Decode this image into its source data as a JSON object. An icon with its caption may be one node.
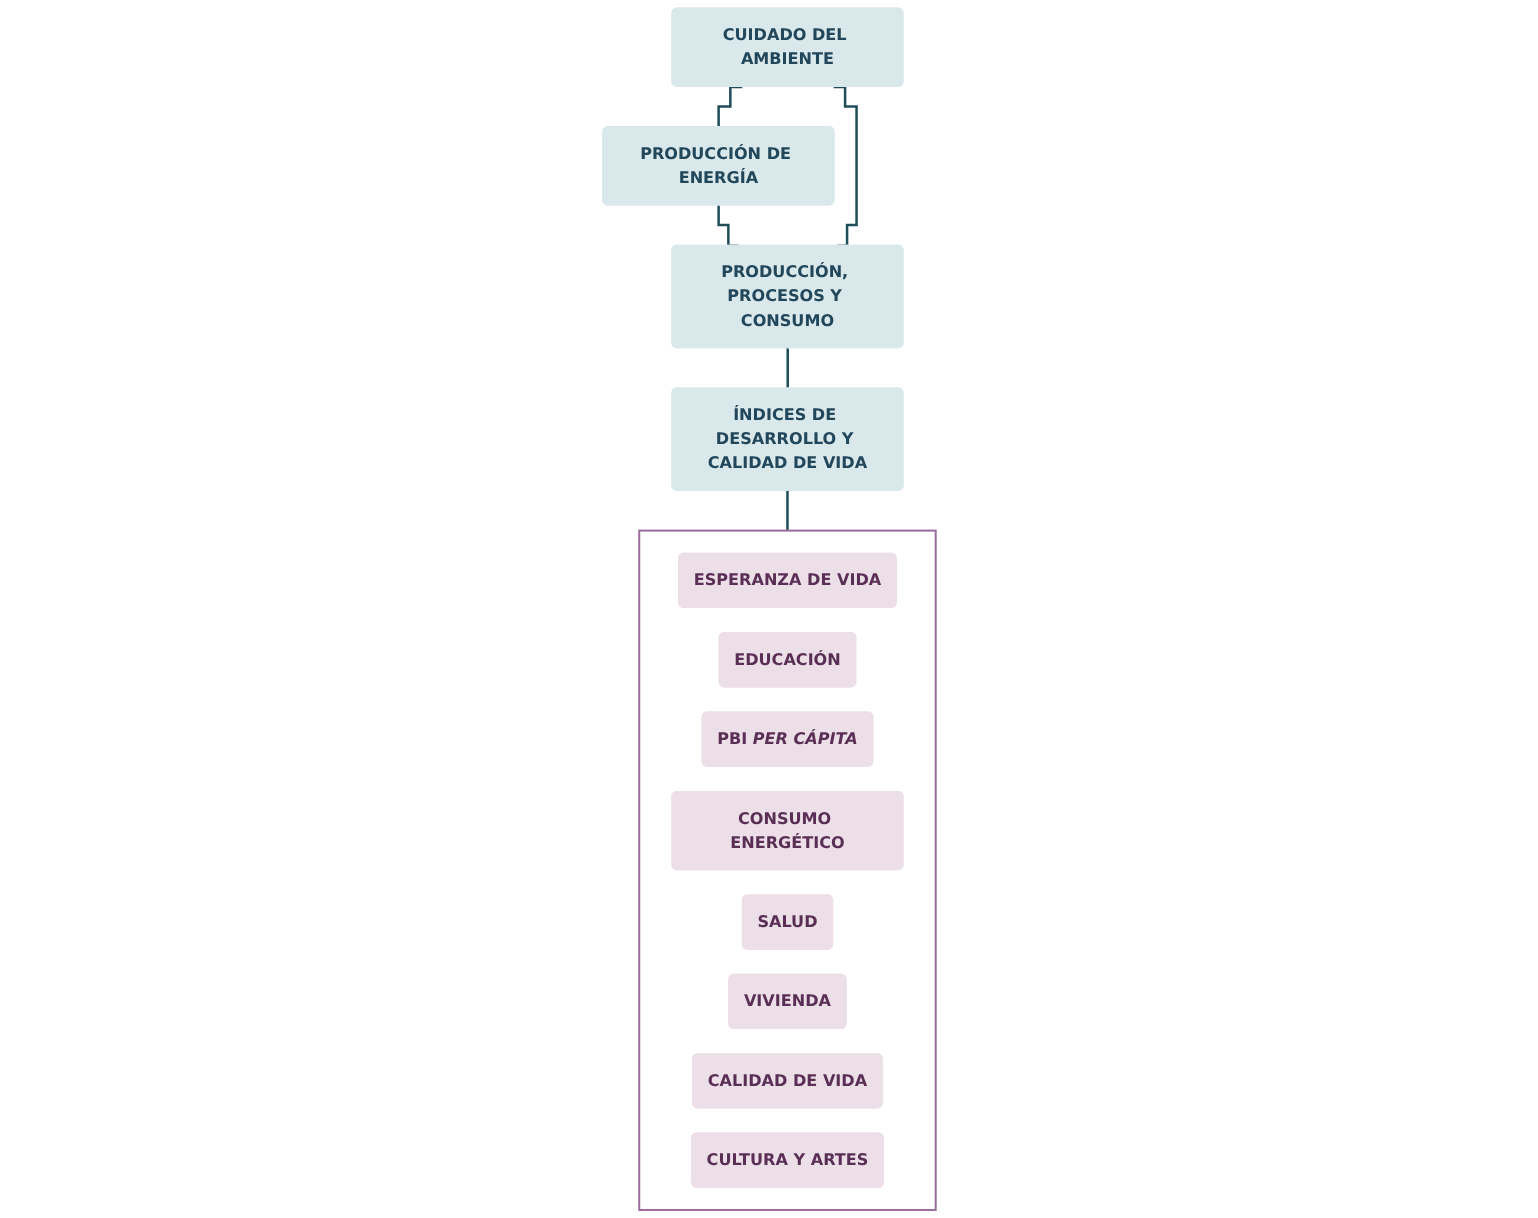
{
  "diagram": {
    "nodes": [
      {
        "text": [
          "CUIDADO DEL AMBIENTE"
        ]
      },
      {
        "text": [
          "PRODUCCIÓN DE ENERGÍA"
        ]
      },
      {
        "text": [
          "PRODUCCIÓN, PROCESOS Y CONSUMO"
        ]
      },
      {
        "text": [
          "ÍNDICES DE DESARROLLO Y CALIDAD DE VIDA"
        ]
      },
      {
        "text": [],
        "shape": "box"
      },
      {
        "text": [
          "ESPERANZA DE VIDA"
        ],
        "in": 4
      },
      {
        "text": [
          "EDUCACIÓN"
        ],
        "in": 4
      },
      {
        "text": [
          "PBI *PER CÁPITA*"
        ],
        "in": 4
      },
      {
        "text": [
          "CONSUMO ENERGÉTICO"
        ],
        "in": 4
      },
      {
        "text": [
          "SALUD"
        ],
        "in": 4
      },
      {
        "text": [
          "VIVIENDA"
        ],
        "in": 4
      },
      {
        "text": [
          "CALIDAD DE VIDA"
        ],
        "in": 4
      },
      {
        "text": [
          "CULTURA Y ARTES"
        ],
        "in": 4
      }
    ],
    "edges": [
      {
        "from": 0,
        "to": 1,
        "arrow": "none"
      },
      {
        "from": 1,
        "to": 2,
        "arrow": "none"
      },
      {
        "from": 0,
        "to": 2,
        "arrow": "none"
      },
      {
        "from": 2,
        "to": 3,
        "arrow": "none"
      },
      {
        "from": 3,
        "to": 4,
        "arrow": "none"
      }
    ]
  }
}
